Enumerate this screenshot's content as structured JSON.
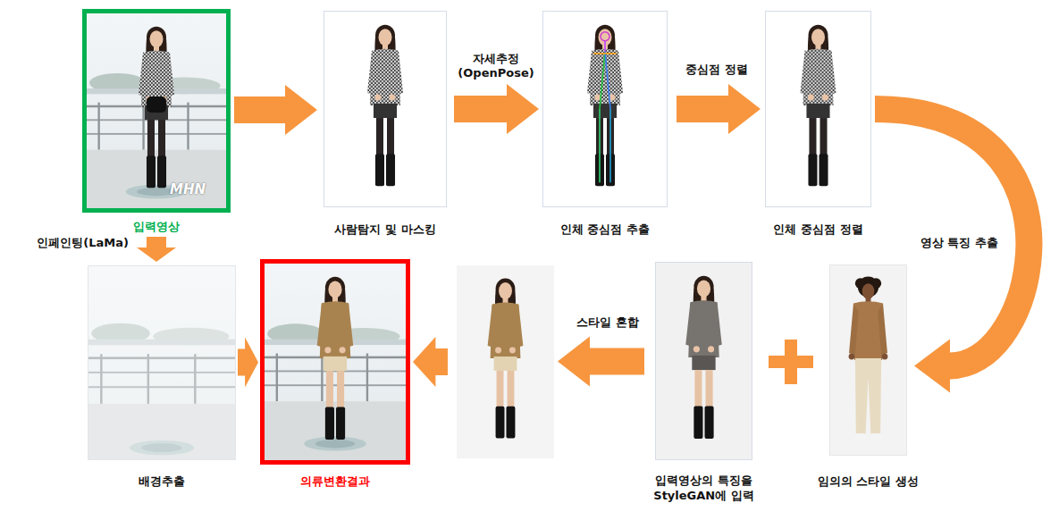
{
  "diagram": {
    "nodes": [
      {
        "text": [
          "입력영상"
        ]
      },
      {
        "text": [
          "사람탐지 및 마스킹"
        ]
      },
      {
        "text": [
          "인체 중심점 추출"
        ]
      },
      {
        "text": [
          "인체 중심점 정렬"
        ]
      },
      {
        "text": [
          "배경추출"
        ]
      },
      {
        "text": [
          "의류변환결과"
        ]
      },
      {
        "text": []
      },
      {
        "text": [
          "입력영상의 특징을 StyleGAN에 입력"
        ]
      },
      {
        "text": [
          "임의의 스타일 생성"
        ]
      }
    ],
    "edges": [
      {
        "from": 0,
        "to": 1,
        "arrow": "to"
      },
      {
        "from": 1,
        "to": 2,
        "label": "자세추정 (OpenPose)",
        "arrow": "to"
      },
      {
        "from": 2,
        "to": 3,
        "label": "중심점 정렬",
        "arrow": "to"
      },
      {
        "from": 3,
        "to": 8,
        "label": "영상 특징 추출",
        "arrow": "to"
      },
      {
        "from": 7,
        "to": 6,
        "label": "스타일 혼합",
        "arrow": "to"
      },
      {
        "from": 6,
        "to": 5,
        "arrow": "to"
      },
      {
        "from": 0,
        "to": 4,
        "label": "인페인팅(LaMa)",
        "arrow": "to"
      },
      {
        "from": 4,
        "to": 5,
        "arrow": "to"
      }
    ],
    "labels": [
      "MHN"
    ]
  }
}
